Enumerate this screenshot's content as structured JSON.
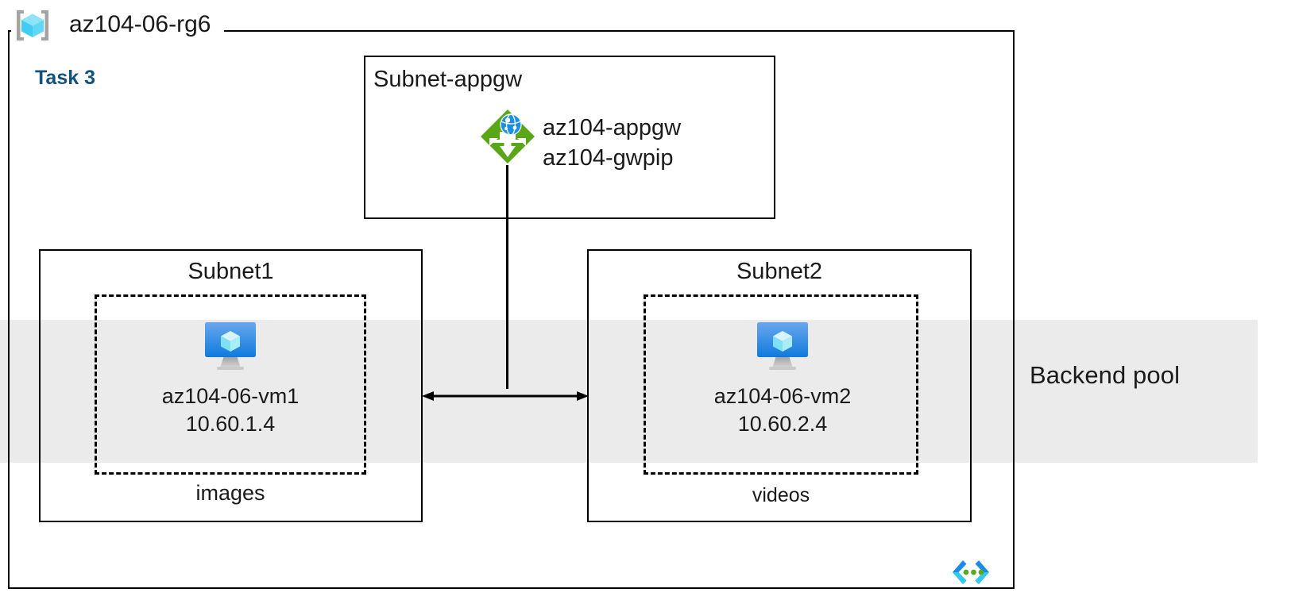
{
  "diagram": {
    "title": "az104-06-rg6",
    "task_label": "Task 3",
    "icons": {
      "resource_group": "resource-group-icon",
      "application_gateway": "application-gateway-icon",
      "virtual_machine": "virtual-machine-icon",
      "code": "code-chevron-icon"
    },
    "colors": {
      "task_text": "#13517f",
      "band_fill": "#ebebeb",
      "border": "#000000",
      "appgw_green": "#59a618",
      "appgw_globe_blue": "#1e8fe0",
      "vm_blue": "#1b8bea",
      "cube_cyan": "#9fe5f8",
      "code_blue": "#1b8bea",
      "code_cyan": "#32c8f0",
      "code_green": "#5aa823"
    }
  },
  "backend_pool": {
    "label": "Backend pool"
  },
  "subnets": [
    {
      "id": "subnet-appgw",
      "title": "Subnet-appgw",
      "resources": [
        {
          "name": "az104-appgw"
        },
        {
          "name": "az104-gwpip"
        }
      ]
    },
    {
      "id": "subnet1",
      "title": "Subnet1",
      "caption": "images",
      "vm": {
        "name": "az104-06-vm1",
        "ip": "10.60.1.4"
      }
    },
    {
      "id": "subnet2",
      "title": "Subnet2",
      "caption": "videos",
      "vm": {
        "name": "az104-06-vm2",
        "ip": "10.60.2.4"
      }
    }
  ],
  "appgw_labels": {
    "line1": "az104-appgw",
    "line2": "az104-gwpip"
  }
}
